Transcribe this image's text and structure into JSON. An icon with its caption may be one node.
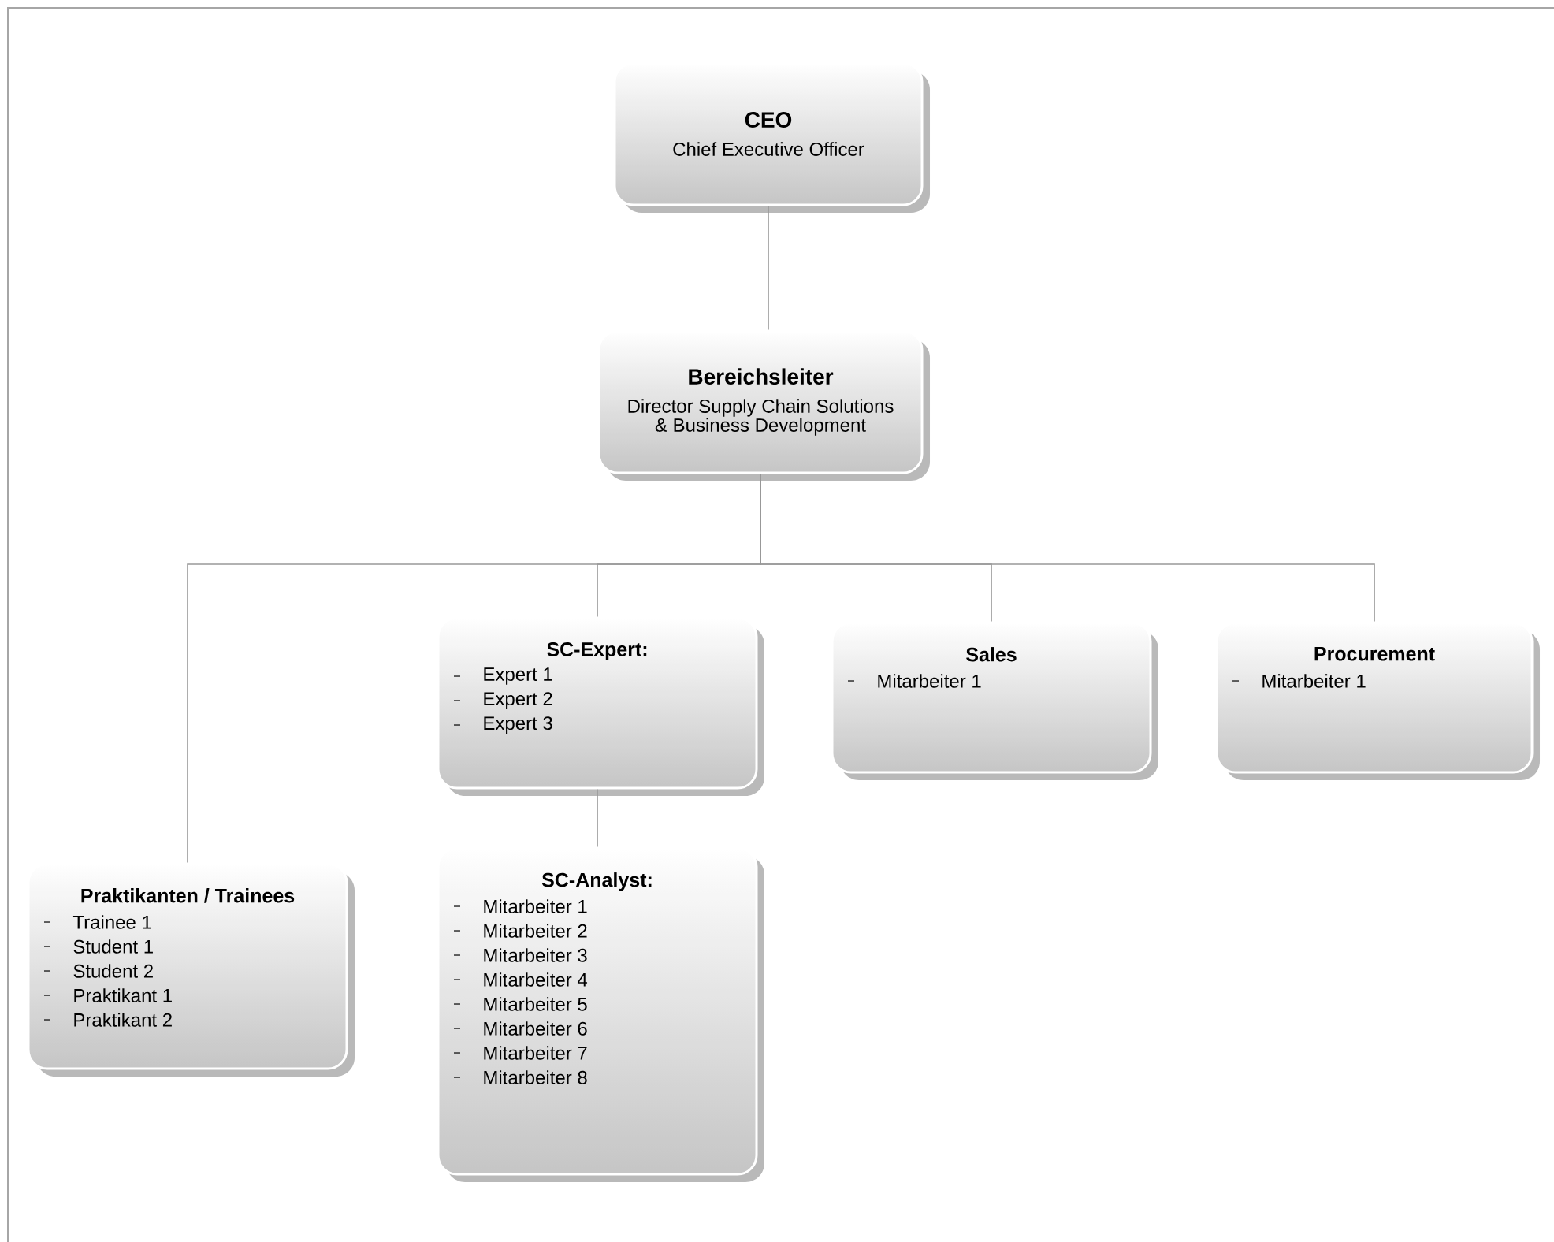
{
  "diagram": {
    "nodes": [
      {
        "text": [
          "CEO",
          "Chief Executive Officer"
        ]
      },
      {
        "text": [
          "Bereichsleiter",
          "Director Supply Chain Solutions & Business Development"
        ]
      },
      {
        "text": [
          "SC-Expert:",
          "Expert 1",
          "Expert 2",
          "Expert 3"
        ]
      },
      {
        "text": [
          "Sales",
          "Mitarbeiter 1"
        ]
      },
      {
        "text": [
          "Procurement",
          "Mitarbeiter 1"
        ]
      },
      {
        "text": [
          "Praktikanten / Trainees",
          "Trainee 1",
          "Student 1",
          "Student 2",
          "Praktikant 1",
          "Praktikant 2"
        ]
      },
      {
        "text": [
          "SC-Analyst:",
          "Mitarbeiter 1",
          "Mitarbeiter 2",
          "Mitarbeiter 3",
          "Mitarbeiter 4",
          "Mitarbeiter 5",
          "Mitarbeiter 6",
          "Mitarbeiter 7",
          "Mitarbeiter 8"
        ]
      }
    ],
    "edges": [
      {
        "from": 0,
        "to": 1,
        "arrow": "none"
      },
      {
        "from": 1,
        "to": 2,
        "arrow": "none"
      },
      {
        "from": 1,
        "to": 3,
        "arrow": "none"
      },
      {
        "from": 1,
        "to": 4,
        "arrow": "none"
      },
      {
        "from": 1,
        "to": 5,
        "arrow": "none"
      },
      {
        "from": 2,
        "to": 6,
        "arrow": "none"
      }
    ]
  }
}
